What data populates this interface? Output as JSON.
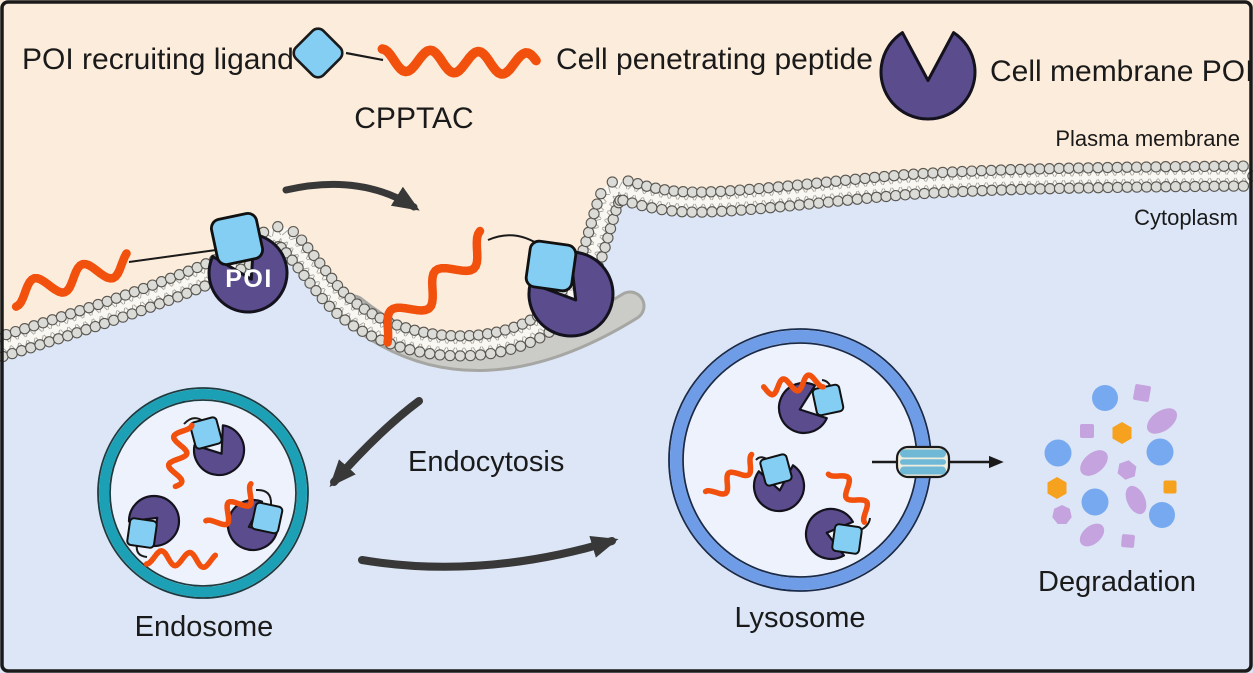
{
  "legend": {
    "poi_ligand_label": "POI recruiting ligand",
    "cpp_label": "Cell penetrating peptide",
    "construct_label": "CPPTAC",
    "membrane_poi_label": "Cell membrane POI",
    "ligand_icon": "rounded-diamond",
    "cpp_icon": "orange-squiggle",
    "membrane_poi_icon": "purple-pacman"
  },
  "cell": {
    "plasma_membrane_label": "Plasma membrane",
    "cytoplasm_label": "Cytoplasm",
    "poi_label": "POI"
  },
  "process": {
    "endocytosis_label": "Endocytosis",
    "endosome_label": "Endosome",
    "lysosome_label": "Lysosome",
    "degradation_label": "Degradation"
  },
  "palette": {
    "extracellular_bg": "#fcecdb",
    "cytoplasm_bg": "#dce6f6",
    "vesicle_lumen": "#edf2fc",
    "orange": "#f2500d",
    "ligand_blue": "#84cdf3",
    "poi_purple": "#5b4c8e",
    "endosome_teal": "#1ba0b5",
    "lysosome_blue": "#6f9ce6",
    "coat_gray": "#cbcbc8",
    "coat_gray_edge": "#a6a6a3",
    "arrow_dark": "#383838",
    "degradation_blue": "#77a9f0",
    "degradation_lavender": "#c5a3de",
    "degradation_orange": "#f6a21e",
    "channel_teal": "#6fb9d6",
    "channel_cream": "#f0ecdd"
  }
}
